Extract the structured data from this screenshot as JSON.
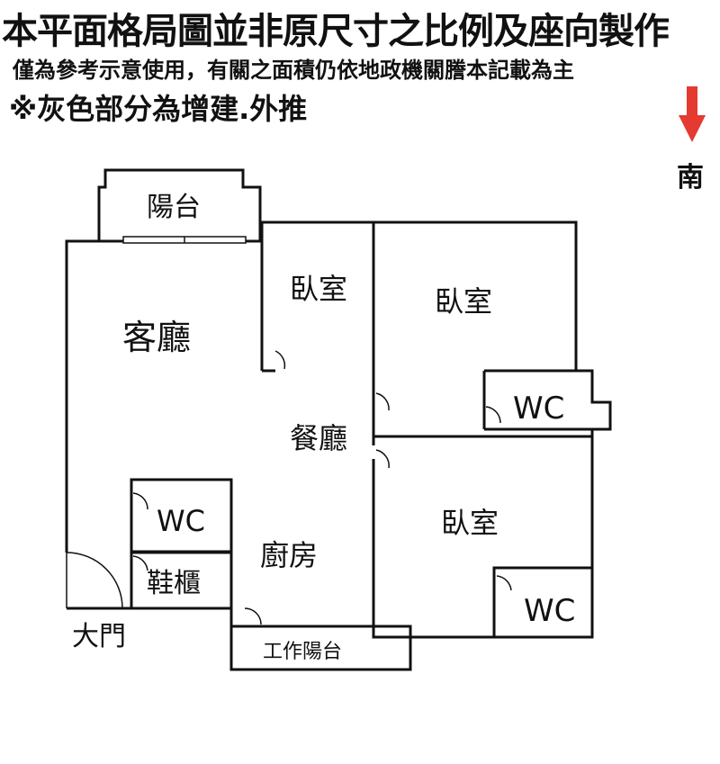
{
  "header": {
    "line1": "本平面格局圖並非原尺寸之比例及座向製作",
    "line2": "僅為參考示意使用，有關之面積仍依地政機關謄本記載為主",
    "line3": "※灰色部分為增建.外推"
  },
  "compass": {
    "label": "南",
    "arrow_color": "#e53a2f"
  },
  "rooms": {
    "balcony": "陽台",
    "bedroom_small": "臥室",
    "bedroom_right": "臥室",
    "living": "客廳",
    "wc_right": "WC",
    "dining": "餐廳",
    "wc_left": "WC",
    "bedroom_lower": "臥室",
    "kitchen": "廚房",
    "shoe_cabinet": "鞋櫃",
    "wc_lower": "WC",
    "utility_balcony": "工作陽台",
    "main_door": "大門"
  }
}
